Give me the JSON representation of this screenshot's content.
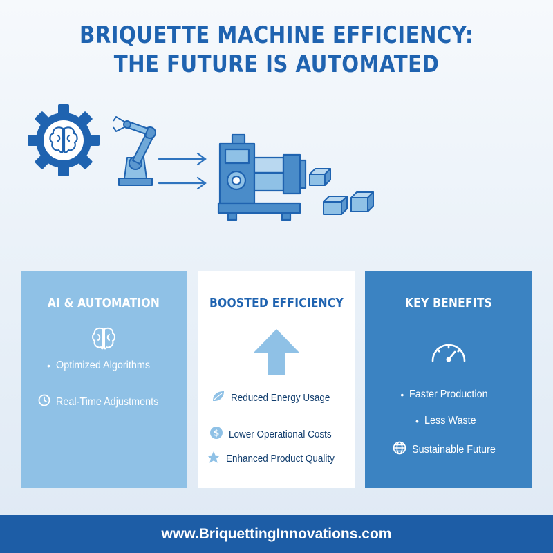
{
  "header": {
    "title_line1": "BRIQUETTE MACHINE EFFICIENCY:",
    "title_line2": "THE FUTURE IS AUTOMATED"
  },
  "hero": {
    "icons": [
      "brain-gear-icon",
      "robot-arm-icon",
      "arrow-right-icon",
      "briquette-press-icon",
      "briquette-block-icon"
    ]
  },
  "panels": {
    "ai": {
      "title": "AI & AUTOMATION",
      "icon": "brain-icon",
      "items": [
        {
          "icon": "bullet",
          "text": "Optimized Algorithms"
        },
        {
          "icon": "clock-icon",
          "text": "Real-Time Adjustments"
        }
      ]
    },
    "efficiency": {
      "title": "BOOSTED EFFICIENCY",
      "icon": "up-arrow-icon",
      "items": [
        {
          "icon": "leaf-icon",
          "text": "Reduced Energy Usage"
        },
        {
          "icon": "dollar-icon",
          "text": "Lower Operational Costs"
        },
        {
          "icon": "star-icon",
          "text": "Enhanced Product Quality"
        }
      ]
    },
    "benefits": {
      "title": "KEY BENEFITS",
      "icon": "gauge-icon",
      "items": [
        {
          "icon": "bullet",
          "text": "Faster Production"
        },
        {
          "icon": "bullet",
          "text": "Less Waste"
        },
        {
          "icon": "globe-icon",
          "text": "Sustainable Future"
        }
      ]
    }
  },
  "colors": {
    "brand_blue": "#1f63b0",
    "light_panel": "#8fc1e6",
    "dark_panel": "#3b83c2",
    "footer": "#1d5da6"
  },
  "footer": {
    "url": "www.BriquettingInnovations.com"
  }
}
